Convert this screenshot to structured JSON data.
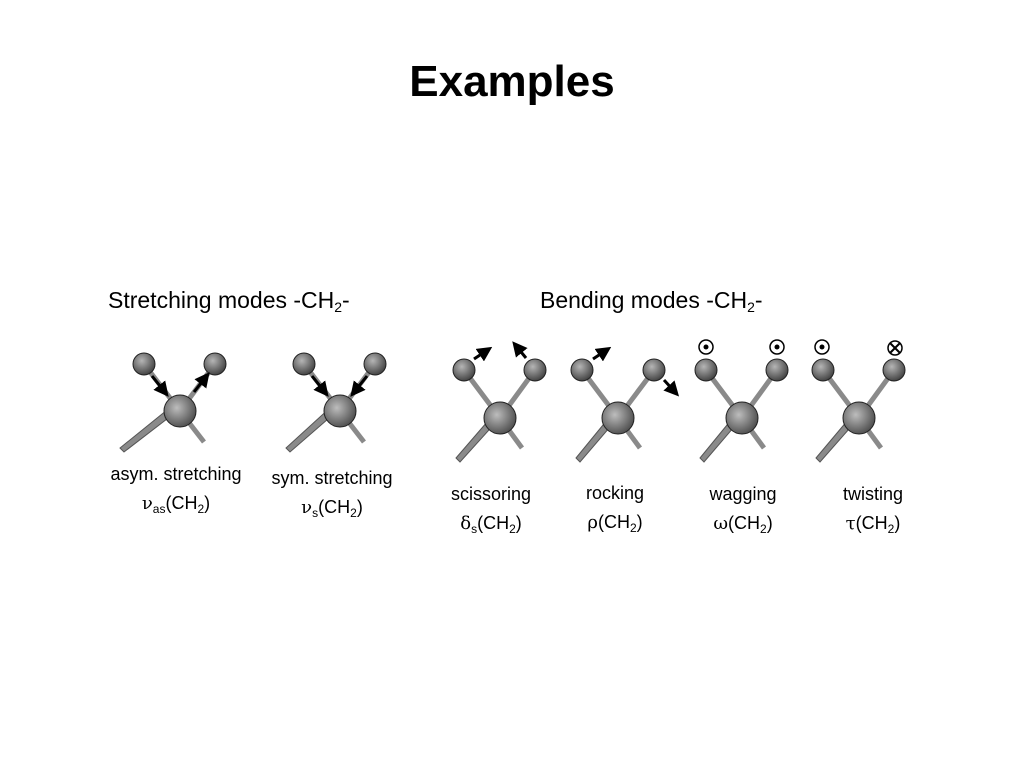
{
  "title": "Examples",
  "sections": {
    "stretching": {
      "prefix": "Stretching modes -CH",
      "sub": "2",
      "suffix": "-"
    },
    "bending": {
      "prefix": "Bending modes -CH",
      "sub": "2",
      "suffix": "-"
    }
  },
  "modes": [
    {
      "id": "asym",
      "label": "asym. stretching",
      "greek": "ν",
      "sub": "as",
      "formula": "CH",
      "formula_sub": "2"
    },
    {
      "id": "sym",
      "label": "sym. stretching",
      "greek": "ν",
      "sub": "s",
      "formula": "CH",
      "formula_sub": "2"
    },
    {
      "id": "scissoring",
      "label": "scissoring",
      "greek": "δ",
      "sub": "s",
      "formula": "CH",
      "formula_sub": "2"
    },
    {
      "id": "rocking",
      "label": "rocking",
      "greek": "ρ",
      "sub": "",
      "formula": "CH",
      "formula_sub": "2"
    },
    {
      "id": "wagging",
      "label": "wagging",
      "greek": "ω",
      "sub": "",
      "formula": "CH",
      "formula_sub": "2"
    },
    {
      "id": "twisting",
      "label": "twisting",
      "greek": "τ",
      "sub": "",
      "formula": "CH",
      "formula_sub": "2"
    }
  ],
  "colors": {
    "atom_dark": "#3a3a3a",
    "atom_light": "#bdbdbd",
    "bond": "#8a8a8a",
    "arrow": "#000000"
  }
}
